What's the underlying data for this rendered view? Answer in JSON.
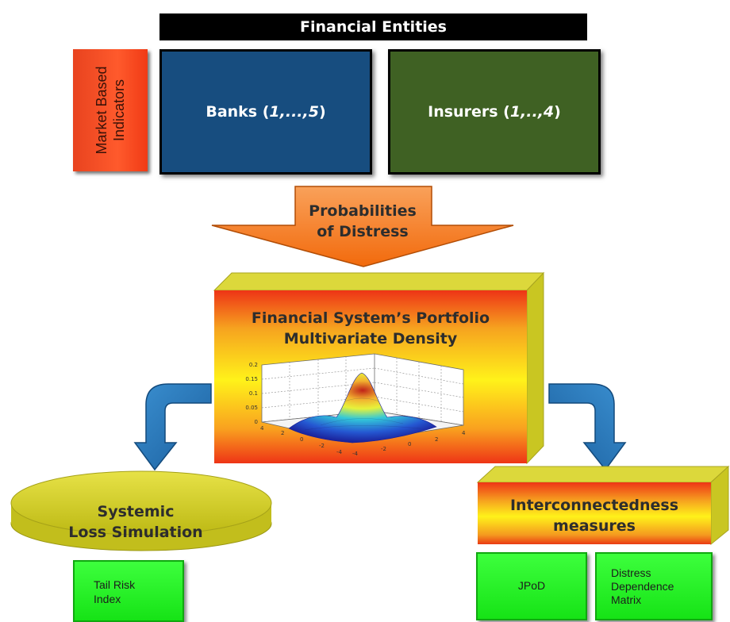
{
  "header": {
    "title": "Financial Entities"
  },
  "indicators": {
    "line1": "Market Based",
    "line2": "Indicators"
  },
  "entities": {
    "banks": {
      "name": "Banks (",
      "range": "1,...,5",
      "close": ")"
    },
    "insurers": {
      "name": "Insurers (",
      "range": "1,..,4",
      "close": ")"
    }
  },
  "arrow": {
    "line1": "Probabilities",
    "line2": "of Distress"
  },
  "portfolio": {
    "line1": "Financial System’s Portfolio",
    "line2": "Multivariate Density",
    "z_ticks": [
      "0.2",
      "0.15",
      "0.1",
      "0.05",
      "0"
    ],
    "x_ticks": [
      "-4",
      "-2",
      "0",
      "2",
      "4"
    ],
    "y_ticks": [
      "-4",
      "-2",
      "0",
      "2",
      "4"
    ]
  },
  "loss_simulation": {
    "line1": "Systemic",
    "line2": "Loss Simulation"
  },
  "tail_risk": {
    "line1": "Tail Risk",
    "line2": "Index"
  },
  "interconnectedness": {
    "line1": "Interconnectedness",
    "line2": "measures"
  },
  "jpod": {
    "label": "JPoD"
  },
  "ddm": {
    "line1": "Distress",
    "line2": "Dependence",
    "line3": "Matrix"
  },
  "colors": {
    "banks": "#174d7f",
    "insurers": "#3f6123",
    "indicator": "#f2461f",
    "arrow": "#f47b20",
    "leaf": "#2ef02e",
    "side": "#d7d32a"
  }
}
